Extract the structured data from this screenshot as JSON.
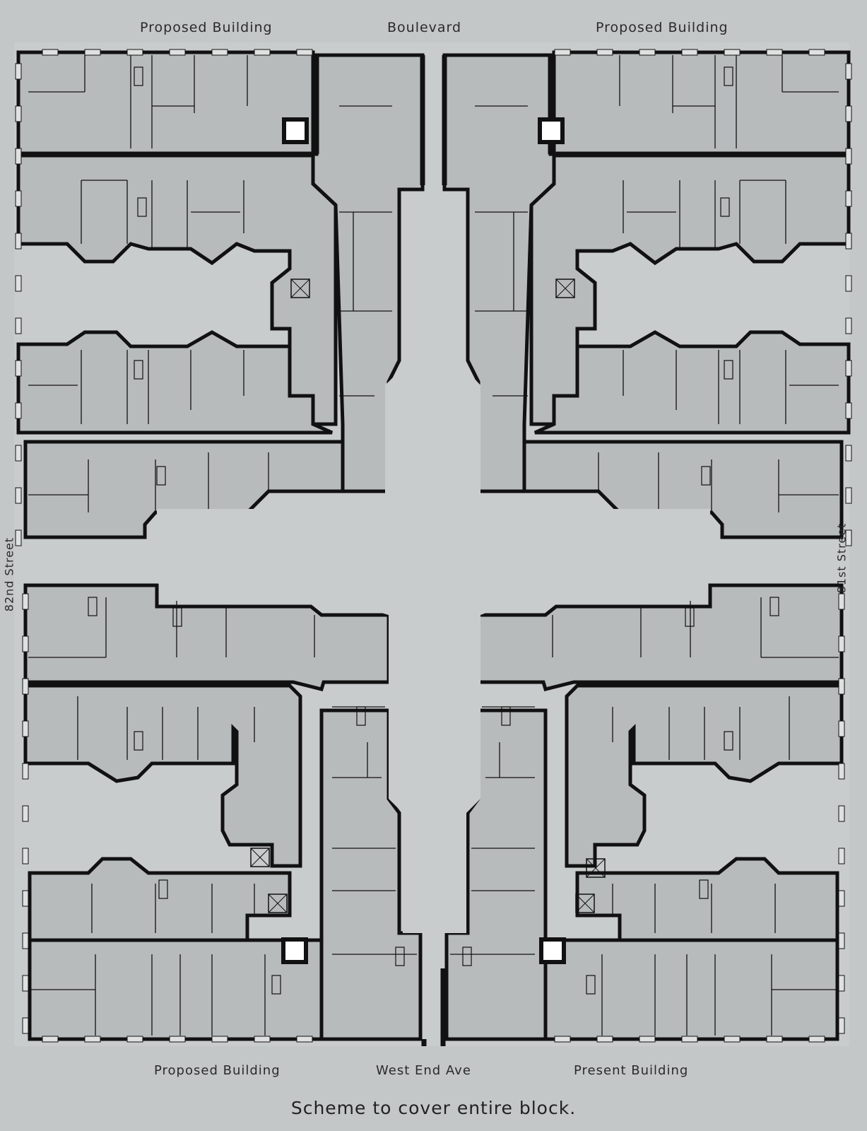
{
  "labels": {
    "top_left": "Proposed Building",
    "top_center": "Boulevard",
    "top_right": "Proposed Building",
    "left_side": "82nd Street",
    "right_side": "81st Street",
    "bottom_left": "Proposed Building",
    "bottom_center": "West End Ave",
    "bottom_right": "Present Building"
  },
  "caption": "Scheme to cover entire block.",
  "colors": {
    "paper": "#c4c7c8",
    "floor": "#b8bbbc",
    "court": "#c9cccd",
    "wall": "#111111",
    "text": "#2a2a2a"
  }
}
